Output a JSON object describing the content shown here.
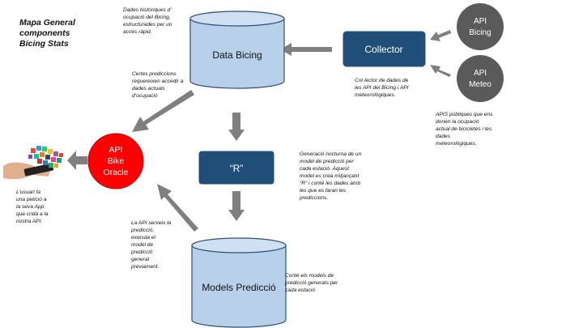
{
  "title": "Mapa General\ncomponents\nBicing Stats",
  "nodes": {
    "data_bicing": "Data Bicing",
    "collector": "Collector",
    "api_bicing": "API\nBicing",
    "api_meteo": "API\nMeteo",
    "r": "“R”",
    "models": "Models Predicció",
    "api_oracle": "API\nBike\nOracle"
  },
  "notes": {
    "data_bicing": "Dades històriques d’\nocupació del Bicing,\nestructurades per un\naccés ràpid.",
    "collector": "Col·lector de dades de\nles API del Bicing i API\nmeteorològiques.",
    "apis": "APIS públiques que ens\ndonen la ocupació\nactual de bicicletes i les\ndades\nmeteorològiques.",
    "realtime": "Certes prediccions\nrequereixen accedir a\ndades actuals\nd’ocupació",
    "r": "Generació nocturna de un\nmodel de predicció per\ncada estació. Aquest\nmodel es crea mitjançant\n“R” i conté les dades amb\nles que es faran les\nprediccions.",
    "user": "L’usuari fa\nuna petició a\nla seva App,\nque crida a la\nnostra API.",
    "api_serves": "La API serveix la\npredicció,\nexecuta el\nmodel de\npredicció\ngenerat\nprèviament.",
    "models": "Conté els models de\npredicció generats per\ncada estació"
  },
  "colors": {
    "cylinder_fill": "#b9d0ea",
    "cylinder_stroke": "#2f4f74",
    "box_fill": "#1f4e79",
    "api_circle": "#5a5a5a",
    "oracle_circle": "#ff0000",
    "arrow": "#7f7f7f"
  }
}
